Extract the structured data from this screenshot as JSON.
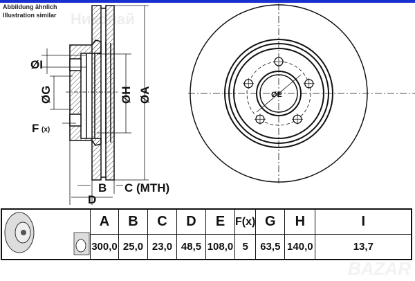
{
  "header": {
    "bar_color": "#1a2fd0"
  },
  "notes": [
    "Abbildung ähnlich",
    "Illustration similar"
  ],
  "watermarks": [
    "Николай",
    "BAZAR"
  ],
  "side_view_labels": {
    "i": "ØI",
    "g": "ØG",
    "f": "F",
    "f_sub": "(x)",
    "h": "ØH",
    "a": "ØA",
    "b": "B",
    "c": "C (MTH)",
    "d": "D"
  },
  "front_view_labels": {
    "e": "ØE"
  },
  "table": {
    "headers": [
      "A",
      "B",
      "C",
      "D",
      "E",
      "F(x)",
      "G",
      "H",
      "I"
    ],
    "values": [
      "300,0",
      "25,0",
      "23,0",
      "48,5",
      "108,0",
      "5",
      "63,5",
      "140,0",
      "13,7"
    ]
  }
}
